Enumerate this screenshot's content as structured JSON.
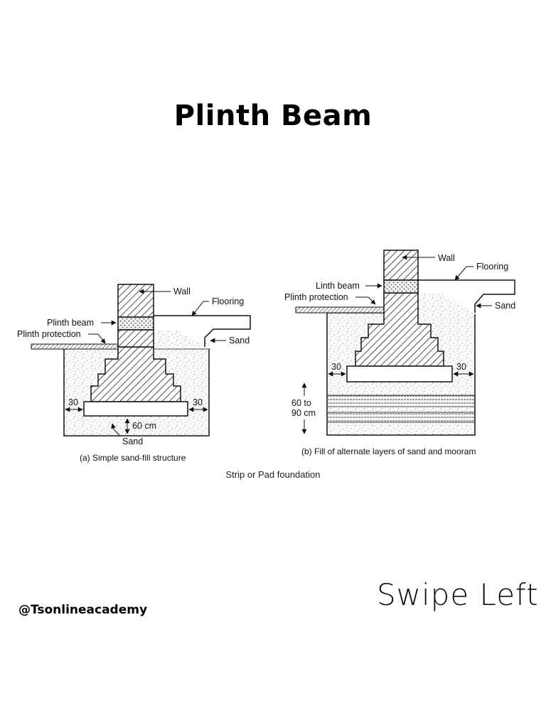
{
  "title": "Plinth Beam",
  "figure_a": {
    "labels": {
      "wall": "Wall",
      "flooring": "Flooring",
      "plinth_beam": "Plinth beam",
      "plinth_protection": "Plinth protection",
      "sand_top": "Sand",
      "dim_left": "30",
      "dim_right": "30",
      "depth": "60 cm",
      "sand_bottom": "Sand"
    },
    "caption": "(a) Simple sand-fill structure"
  },
  "figure_b": {
    "labels": {
      "wall": "Wall",
      "flooring": "Flooring",
      "lintel_beam": "Linth beam",
      "plinth_protection": "Plinth protection",
      "sand": "Sand",
      "dim_left": "30",
      "dim_right": "30",
      "depth_line1": "60 to",
      "depth_line2": "90 cm"
    },
    "caption": "(b) Fill of alternate layers of sand and mooram"
  },
  "footer_caption": "Strip or Pad foundation",
  "handle": "@Tsonlineacademy",
  "swipe": "Swipe Left"
}
